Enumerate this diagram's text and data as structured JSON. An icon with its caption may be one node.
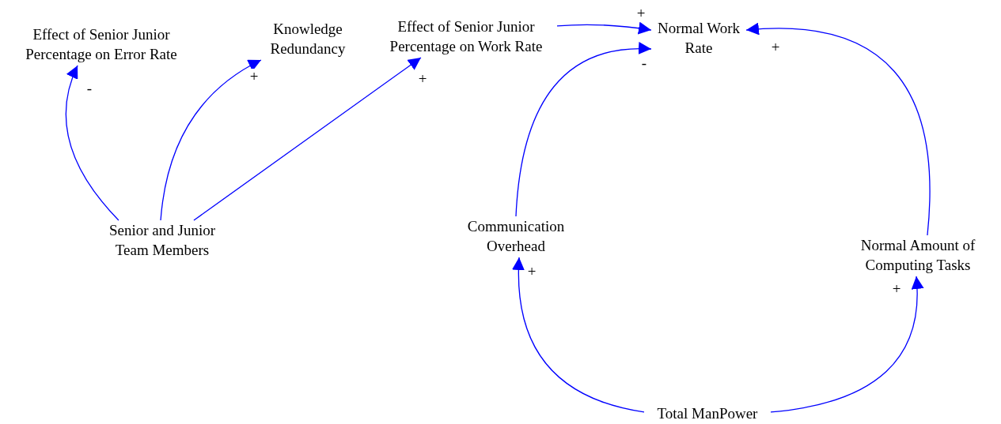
{
  "diagram": {
    "nodes": [
      {
        "text": [
          "Effect of Senior Junior Percentage on Error Rate"
        ]
      },
      {
        "text": [
          "Knowledge Redundancy"
        ]
      },
      {
        "text": [
          "Effect of Senior Junior Percentage on Work Rate"
        ]
      },
      {
        "text": [
          "Normal Work Rate"
        ]
      },
      {
        "text": [
          "Senior and Junior Team Members"
        ]
      },
      {
        "text": [
          "Communication Overhead"
        ]
      },
      {
        "text": [
          "Normal Amount of Computing Tasks"
        ]
      },
      {
        "text": [
          "Total ManPower"
        ]
      }
    ],
    "edges": [
      {
        "from": 4,
        "to": 0,
        "arrow": "to",
        "label": "-"
      },
      {
        "from": 4,
        "to": 1,
        "arrow": "to",
        "label": "+"
      },
      {
        "from": 4,
        "to": 2,
        "arrow": "to",
        "label": "+"
      },
      {
        "from": 2,
        "to": 3,
        "arrow": "to",
        "label": "+"
      },
      {
        "from": 5,
        "to": 3,
        "arrow": "to",
        "label": "-"
      },
      {
        "from": 6,
        "to": 3,
        "arrow": "to",
        "label": "+"
      },
      {
        "from": 7,
        "to": 5,
        "arrow": "to",
        "label": "+"
      },
      {
        "from": 7,
        "to": 6,
        "arrow": "to",
        "label": "+"
      }
    ]
  }
}
